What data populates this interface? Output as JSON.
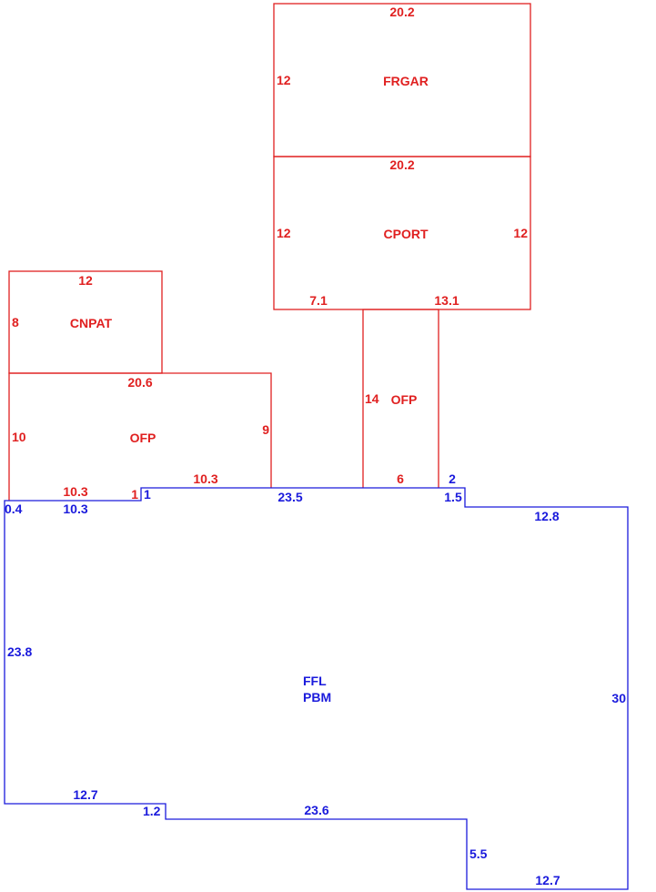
{
  "colors": {
    "addition": "#e02020",
    "main": "#1a1adc"
  },
  "areas": {
    "frgar": {
      "label": "FRGAR",
      "dims": {
        "top": "20.2",
        "left": "12"
      }
    },
    "cport": {
      "label": "CPORT",
      "dims": {
        "top": "20.2",
        "left": "12",
        "right": "12",
        "bottom_left": "7.1",
        "bottom_right": "13.1"
      }
    },
    "cnpat": {
      "label": "CNPAT",
      "dims": {
        "top": "12",
        "left": "8"
      }
    },
    "ofp_left": {
      "label": "OFP",
      "dims": {
        "top": "20.6",
        "left": "10",
        "right": "9",
        "bottom_a": "10.3",
        "bottom_b": "1",
        "bottom_c": "10.3"
      }
    },
    "ofp_mid": {
      "label": "OFP",
      "dims": {
        "left": "14",
        "bottom": "6",
        "right_step": "2"
      }
    },
    "main": {
      "label_1": "FFL",
      "label_2": "PBM",
      "dims": {
        "d_0_4": "0.4",
        "d_10_3": "10.3",
        "d_1": "1",
        "d_23_5": "23.5",
        "d_1_5": "1.5",
        "d_12_8": "12.8",
        "d_23_8": "23.8",
        "d_30": "30",
        "d_12_7_a": "12.7",
        "d_1_2": "1.2",
        "d_23_6": "23.6",
        "d_5_5": "5.5",
        "d_12_7_b": "12.7"
      }
    }
  }
}
